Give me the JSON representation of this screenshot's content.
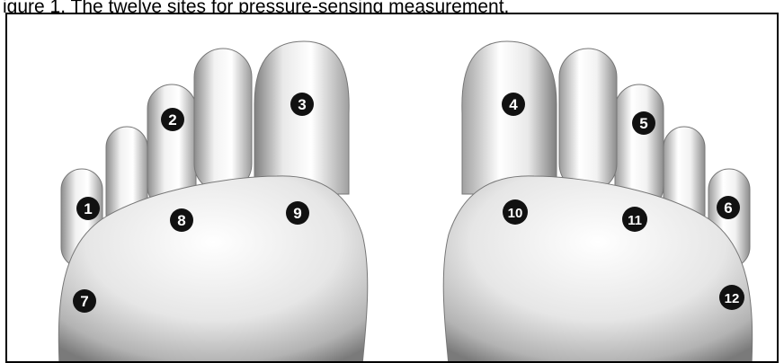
{
  "caption": "igure 1. The twelve sites for pressure-sensing measurement.",
  "markers": [
    "1",
    "2",
    "3",
    "4",
    "5",
    "6",
    "7",
    "8",
    "9",
    "10",
    "11",
    "12"
  ],
  "colors": {
    "skin_light": "#f4f4f4",
    "skin_dark": "#8a8a8a",
    "marker_fill": "#111111",
    "marker_text": "#ffffff"
  }
}
